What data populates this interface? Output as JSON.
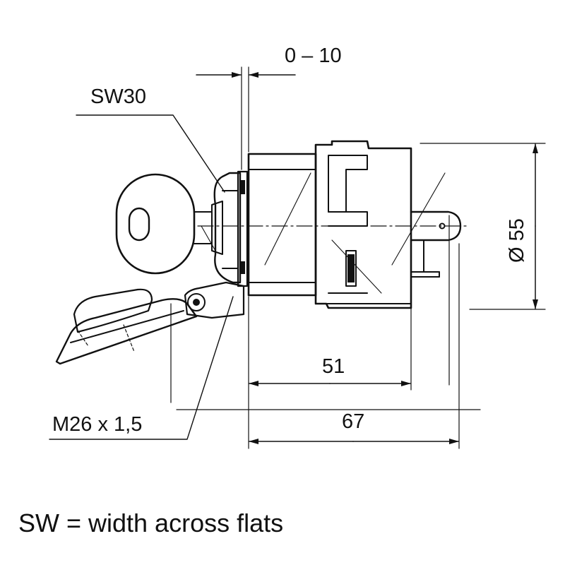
{
  "dimensions": {
    "adjust_range": "0 – 10",
    "spanner": "SW30",
    "diameter": "Ø 55",
    "body_length": "51",
    "total_length": "67",
    "thread": "M26 x 1,5"
  },
  "caption": "SW = width across flats",
  "colors": {
    "line": "#111111",
    "background": "#ffffff"
  }
}
